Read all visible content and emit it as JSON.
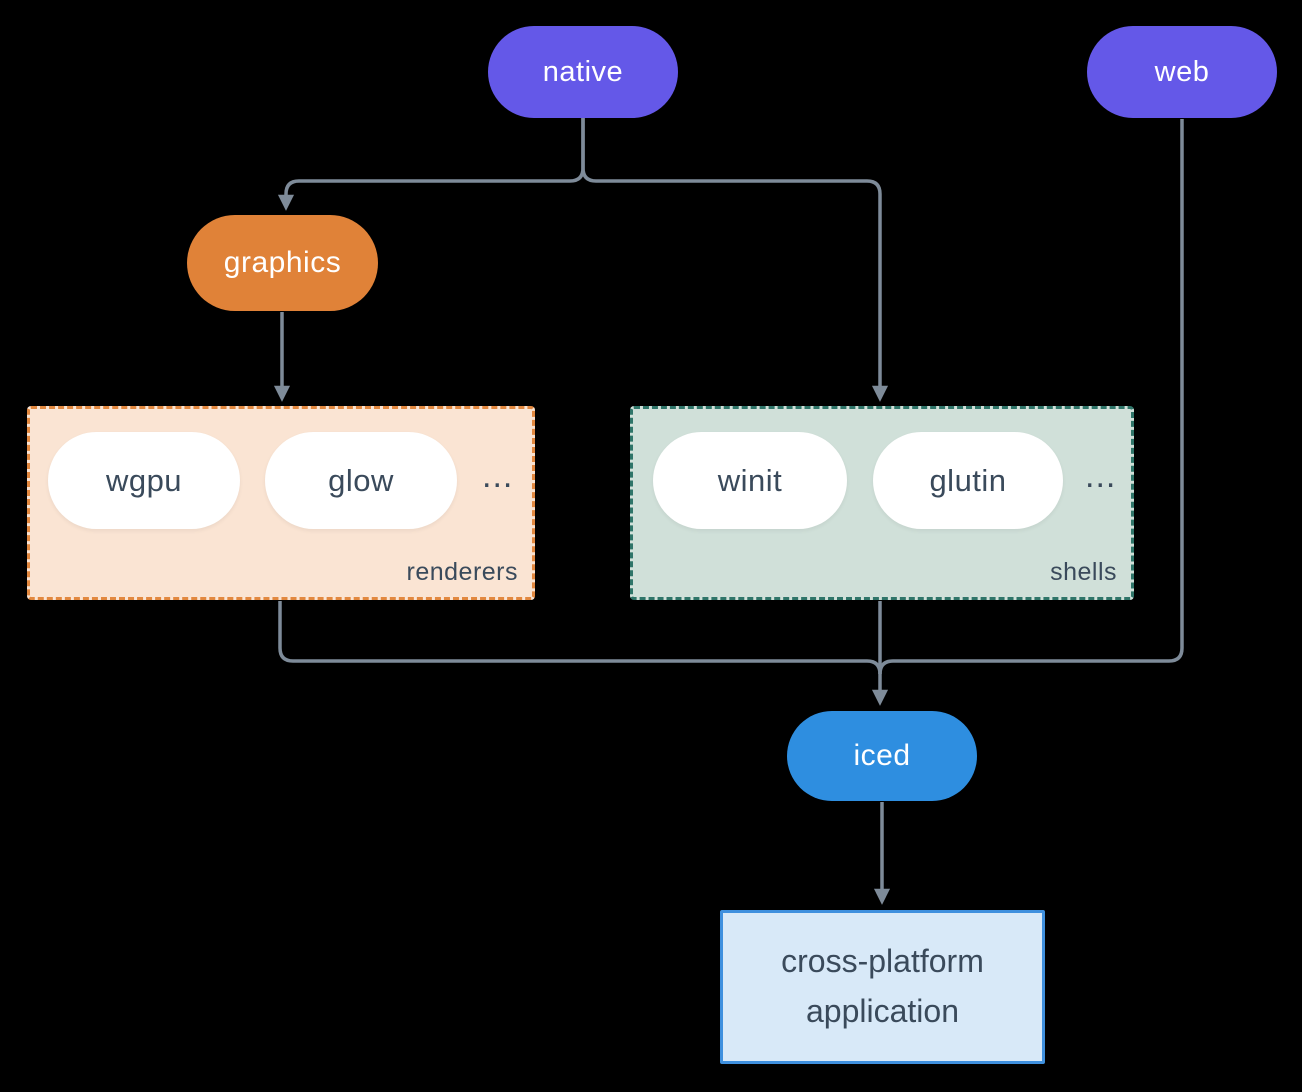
{
  "diagram": {
    "nodes": {
      "native": {
        "label": "native"
      },
      "web": {
        "label": "web"
      },
      "graphics": {
        "label": "graphics"
      },
      "iced": {
        "label": "iced"
      },
      "application": {
        "label": "cross-platform application"
      }
    },
    "groups": {
      "renderers": {
        "label": "renderers",
        "items": [
          {
            "label": "wgpu"
          },
          {
            "label": "glow"
          }
        ],
        "more": "..."
      },
      "shells": {
        "label": "shells",
        "items": [
          {
            "label": "winit"
          },
          {
            "label": "glutin"
          }
        ],
        "more": "..."
      }
    },
    "edges": [
      {
        "from": "native",
        "to": "graphics"
      },
      {
        "from": "native",
        "to": "shells"
      },
      {
        "from": "graphics",
        "to": "renderers"
      },
      {
        "from": "renderers",
        "to": "iced"
      },
      {
        "from": "shells",
        "to": "iced"
      },
      {
        "from": "web",
        "to": "iced"
      },
      {
        "from": "iced",
        "to": "application"
      }
    ]
  },
  "colors": {
    "background": "#000000",
    "node_purple": "#6458E8",
    "node_orange": "#E08238",
    "node_blue": "#2E8EE0",
    "pill_white": "#FFFFFF",
    "text_light": "#FFFFFF",
    "text_dark": "#3A4A5B",
    "edge_gray": "#7E8B99",
    "renderers_fill": "#FAE4D3",
    "renderers_border": "#E2883F",
    "shells_fill": "#D0E0D9",
    "shells_border": "#2F7569",
    "app_fill": "#D8E9F8",
    "app_border": "#3F90DE"
  }
}
